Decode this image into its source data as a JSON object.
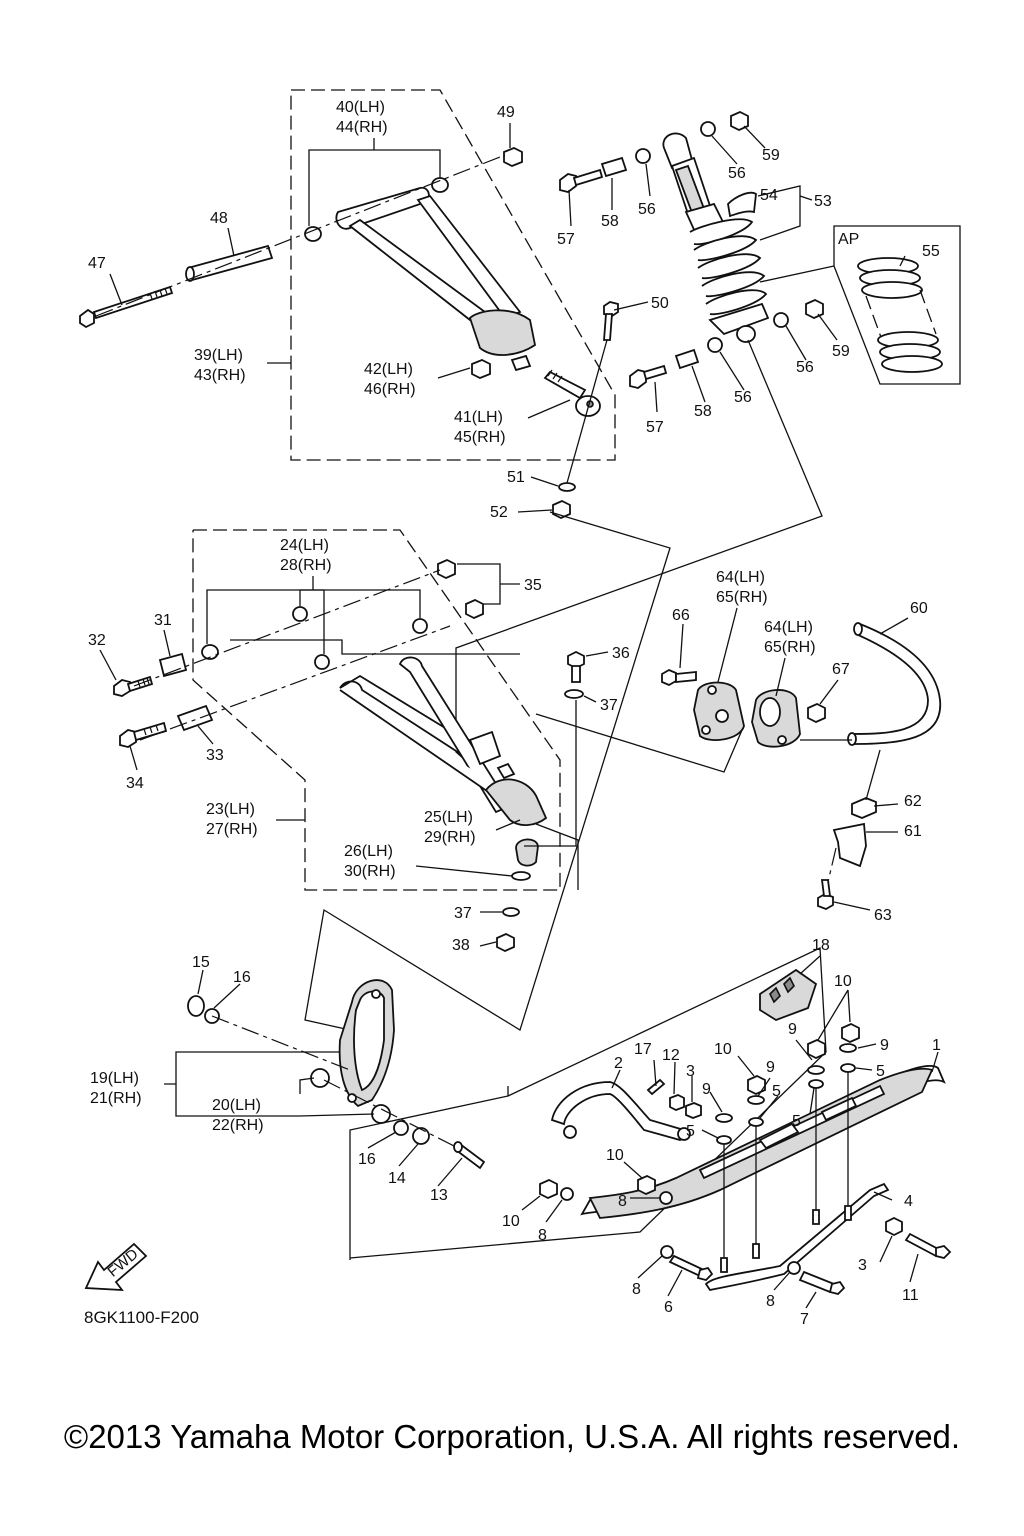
{
  "diagram_code": "8GK1100-F200",
  "copyright": "©2013 Yamaha Motor Corporation, U.S.A. All rights reserved.",
  "fwd_label": "FWD",
  "ap_label": "AP",
  "callouts": {
    "c1": "1",
    "c2": "2",
    "c3a": "3",
    "c3b": "3",
    "c4": "4",
    "c5a": "5",
    "c5b": "5",
    "c5c": "5",
    "c5d": "5",
    "c6": "6",
    "c7": "7",
    "c8a": "8",
    "c8b": "8",
    "c8c": "8",
    "c8d": "8",
    "c9a": "9",
    "c9b": "9",
    "c9c": "9",
    "c9d": "9",
    "c10a": "10",
    "c10b": "10",
    "c10c": "10",
    "c10d": "10",
    "c11": "11",
    "c12": "12",
    "c13": "13",
    "c14": "14",
    "c15": "15",
    "c16a": "16",
    "c16b": "16",
    "c17": "17",
    "c18": "18",
    "c19": "19(LH)",
    "c21": "21(RH)",
    "c20": "20(LH)",
    "c22": "22(RH)",
    "c23": "23(LH)",
    "c27": "27(RH)",
    "c24": "24(LH)",
    "c28": "28(RH)",
    "c25": "25(LH)",
    "c29": "29(RH)",
    "c26": "26(LH)",
    "c30": "30(RH)",
    "c31": "31",
    "c32": "32",
    "c33": "33",
    "c34": "34",
    "c35": "35",
    "c36": "36",
    "c37a": "37",
    "c37b": "37",
    "c38": "38",
    "c39": "39(LH)",
    "c43": "43(RH)",
    "c40": "40(LH)",
    "c44": "44(RH)",
    "c41": "41(LH)",
    "c45": "45(RH)",
    "c42": "42(LH)",
    "c46": "46(RH)",
    "c47": "47",
    "c48": "48",
    "c49": "49",
    "c50": "50",
    "c51": "51",
    "c52": "52",
    "c53": "53",
    "c54": "54",
    "c55": "55",
    "c56a": "56",
    "c56b": "56",
    "c56c": "56",
    "c56d": "56",
    "c57a": "57",
    "c57b": "57",
    "c58a": "58",
    "c58b": "58",
    "c59a": "59",
    "c59b": "59",
    "c60": "60",
    "c61": "61",
    "c62": "62",
    "c63": "63",
    "c64a": "64(LH)",
    "c65a": "65(RH)",
    "c64b": "64(LH)",
    "c65b": "65(RH)",
    "c66": "66",
    "c67": "67"
  }
}
